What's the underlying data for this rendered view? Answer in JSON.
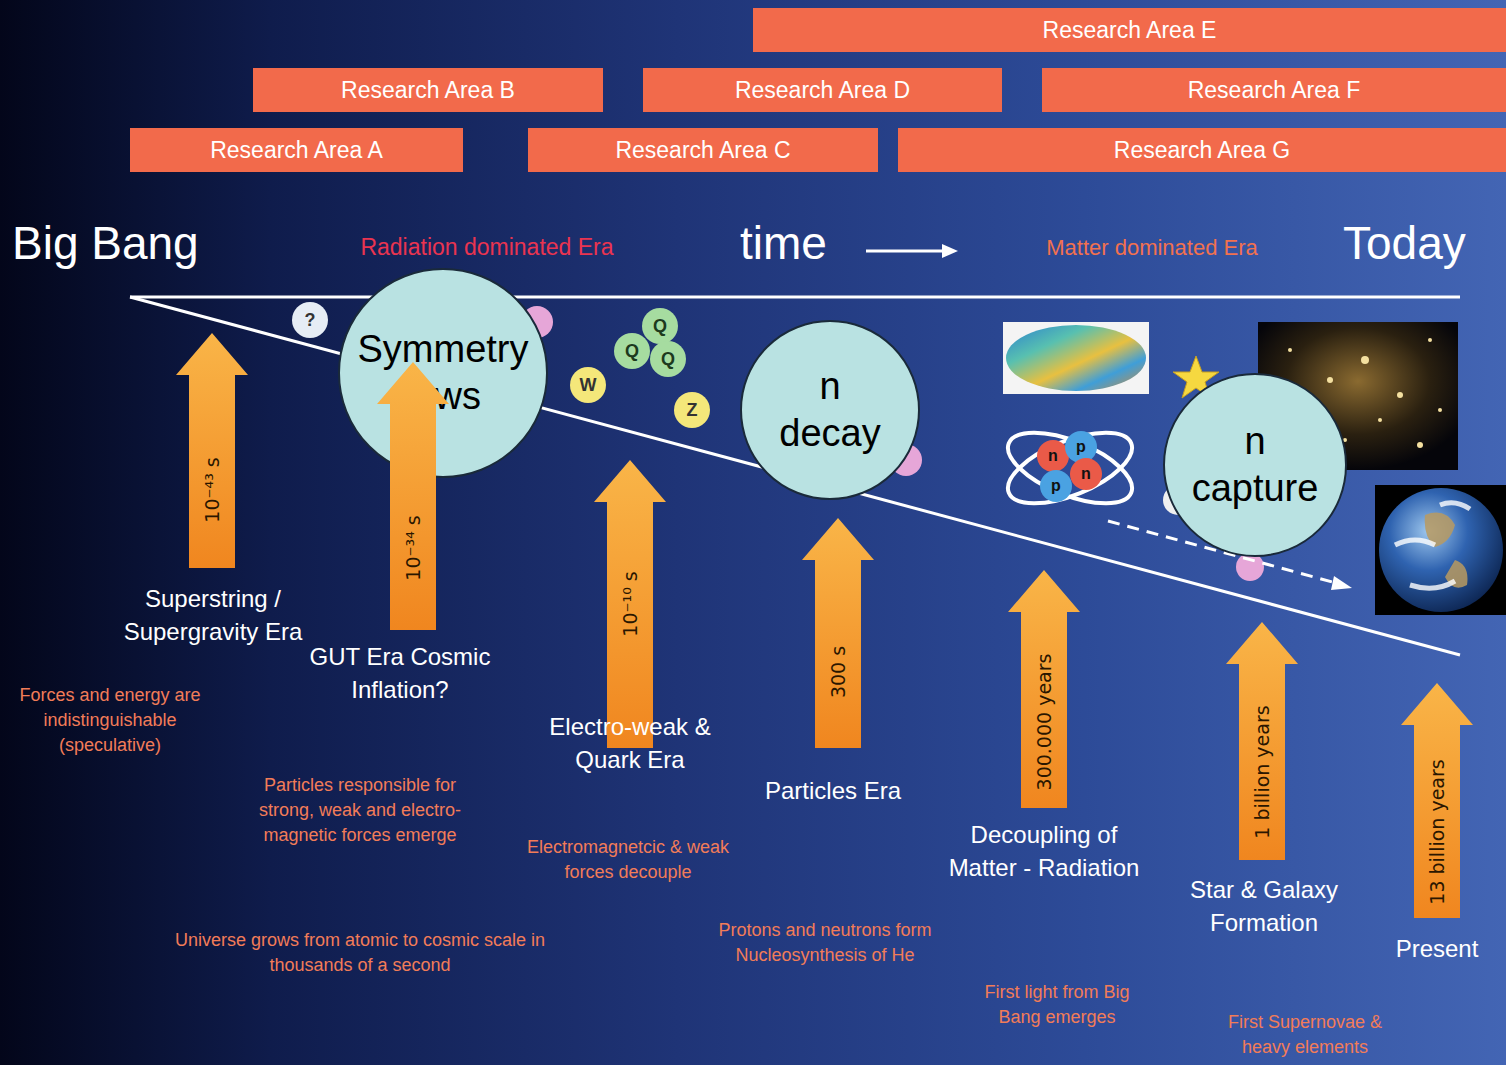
{
  "diagram": {
    "nodes": [
      {
        "text": [
          "Research Area E"
        ]
      },
      {
        "text": [
          "Research Area B"
        ]
      },
      {
        "text": [
          "Research Area D"
        ]
      },
      {
        "text": [
          "Research Area F"
        ]
      },
      {
        "text": [
          "Research Area A"
        ]
      },
      {
        "text": [
          "Research Area C"
        ]
      },
      {
        "text": [
          "Research Area G"
        ]
      },
      {
        "text": [
          "?"
        ]
      },
      {
        "text": [
          "Symmetry laws"
        ]
      },
      {
        "text": [
          "Q"
        ]
      },
      {
        "text": [
          "Q"
        ]
      },
      {
        "text": [
          "Q"
        ]
      },
      {
        "text": [
          "W"
        ]
      },
      {
        "text": [
          "Z"
        ]
      },
      {
        "text": [
          "n decay"
        ]
      },
      {
        "text": [
          "n"
        ]
      },
      {
        "text": [
          "p"
        ]
      },
      {
        "text": [
          "p"
        ]
      },
      {
        "text": [
          "n"
        ]
      },
      {
        "text": [
          "n capture"
        ]
      },
      {
        "text": [
          "10⁻⁴³ s"
        ]
      },
      {
        "text": [
          "10⁻³⁴ s"
        ]
      },
      {
        "text": [
          "10⁻¹⁰ s"
        ]
      },
      {
        "text": [
          "300 s"
        ]
      },
      {
        "text": [
          "300.000 years"
        ]
      },
      {
        "text": [
          "1 billion years"
        ]
      },
      {
        "text": [
          "13 billion years"
        ]
      }
    ],
    "labels": [
      "Big Bang",
      "Radiation dominated Era",
      "time",
      "Matter dominated Era",
      "Today",
      "Superstring / Supergravity Era",
      "Forces and energy are indistinguishable (speculative)",
      "GUT Era Cosmic Inflation?",
      "Particles responsible for strong, weak and electro- magnetic forces emerge",
      "Electro-weak & Quark Era",
      "Electromagnetcic & weak forces decouple",
      "Universe grows from atomic to cosmic scale in thousands of a second",
      "Particles Era",
      "Protons and neutrons form Nucleosynthesis of He",
      "Decoupling of Matter - Radiation",
      "First light from Big Bang emerges",
      "Star & Galaxy Formation",
      "First Supernovae & heavy elements",
      "Present"
    ]
  }
}
